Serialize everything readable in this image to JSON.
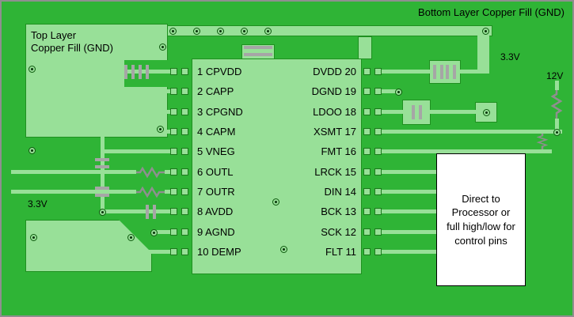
{
  "labels": {
    "bottom_layer": "Bottom Layer Copper Fill (GND)",
    "top_layer": "Top Layer\nCopper Fill (GND)",
    "v33_right": "3.3V",
    "v12": "12V",
    "v33_left": "3.3V"
  },
  "chip": {
    "left_pins": [
      "1 CPVDD",
      "2 CAPP",
      "3 CPGND",
      "4 CAPM",
      "5 VNEG",
      "6 OUTL",
      "7 OUTR",
      "8 AVDD",
      "9 AGND",
      "10 DEMP"
    ],
    "right_pins": [
      "DVDD 20",
      "DGND 19",
      "LDOO 18",
      "XSMT 17",
      "FMT 16",
      "LRCK 15",
      "DIN 14",
      "BCK 13",
      "SCK 12",
      "FLT 11"
    ]
  },
  "note": {
    "text": "Direct to Processor or full high/low for control pins"
  },
  "colors": {
    "board": "#2fb436",
    "copper": "#98e098",
    "outline": "#1f9020",
    "via_ring": "#0e5a0e",
    "cap": "#a6a6a6"
  }
}
